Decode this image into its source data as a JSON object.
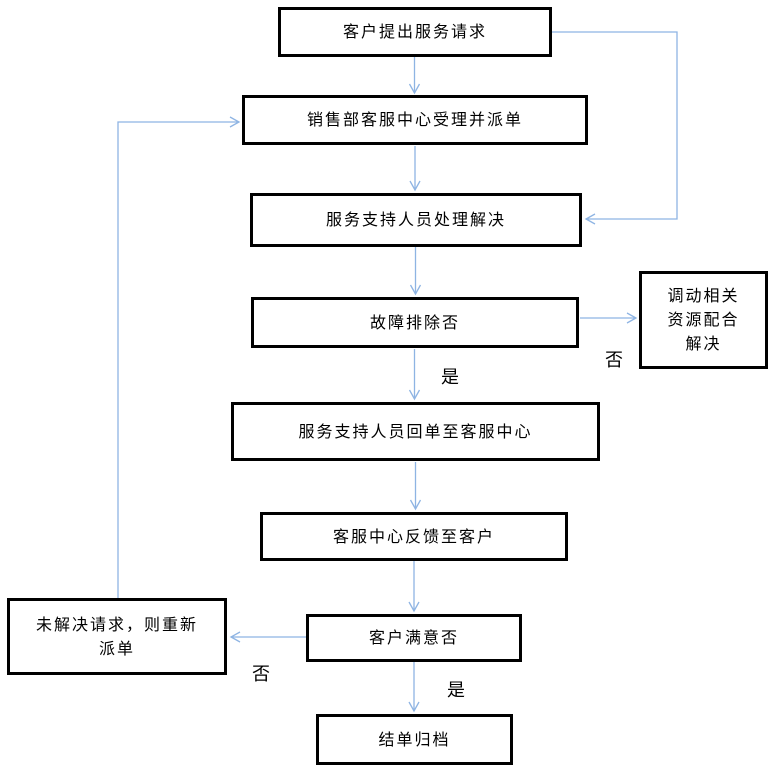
{
  "diagram": {
    "description": "customer service request handling flowchart",
    "colors": {
      "connector": "#8eb4e3",
      "box_border": "#000000",
      "background": "#ffffff",
      "text": "#000000"
    },
    "nodes": {
      "request": "客户提出服务请求",
      "dispatch": "销售部客服中心受理并派单",
      "handle": "服务支持人员处理解决",
      "fault_check": "故障排除否",
      "resources": "调动相关\n资源配合\n解决",
      "return_order": "服务支持人员回单至客服中心",
      "feedback": "客服中心反馈至客户",
      "satisfy_check": "客户满意否",
      "redispatch": "未解决请求，则重新\n派单",
      "archive": "结单归档"
    },
    "edge_labels": {
      "fault_yes": "是",
      "fault_no": "否",
      "satisfy_yes": "是",
      "satisfy_no": "否"
    }
  }
}
